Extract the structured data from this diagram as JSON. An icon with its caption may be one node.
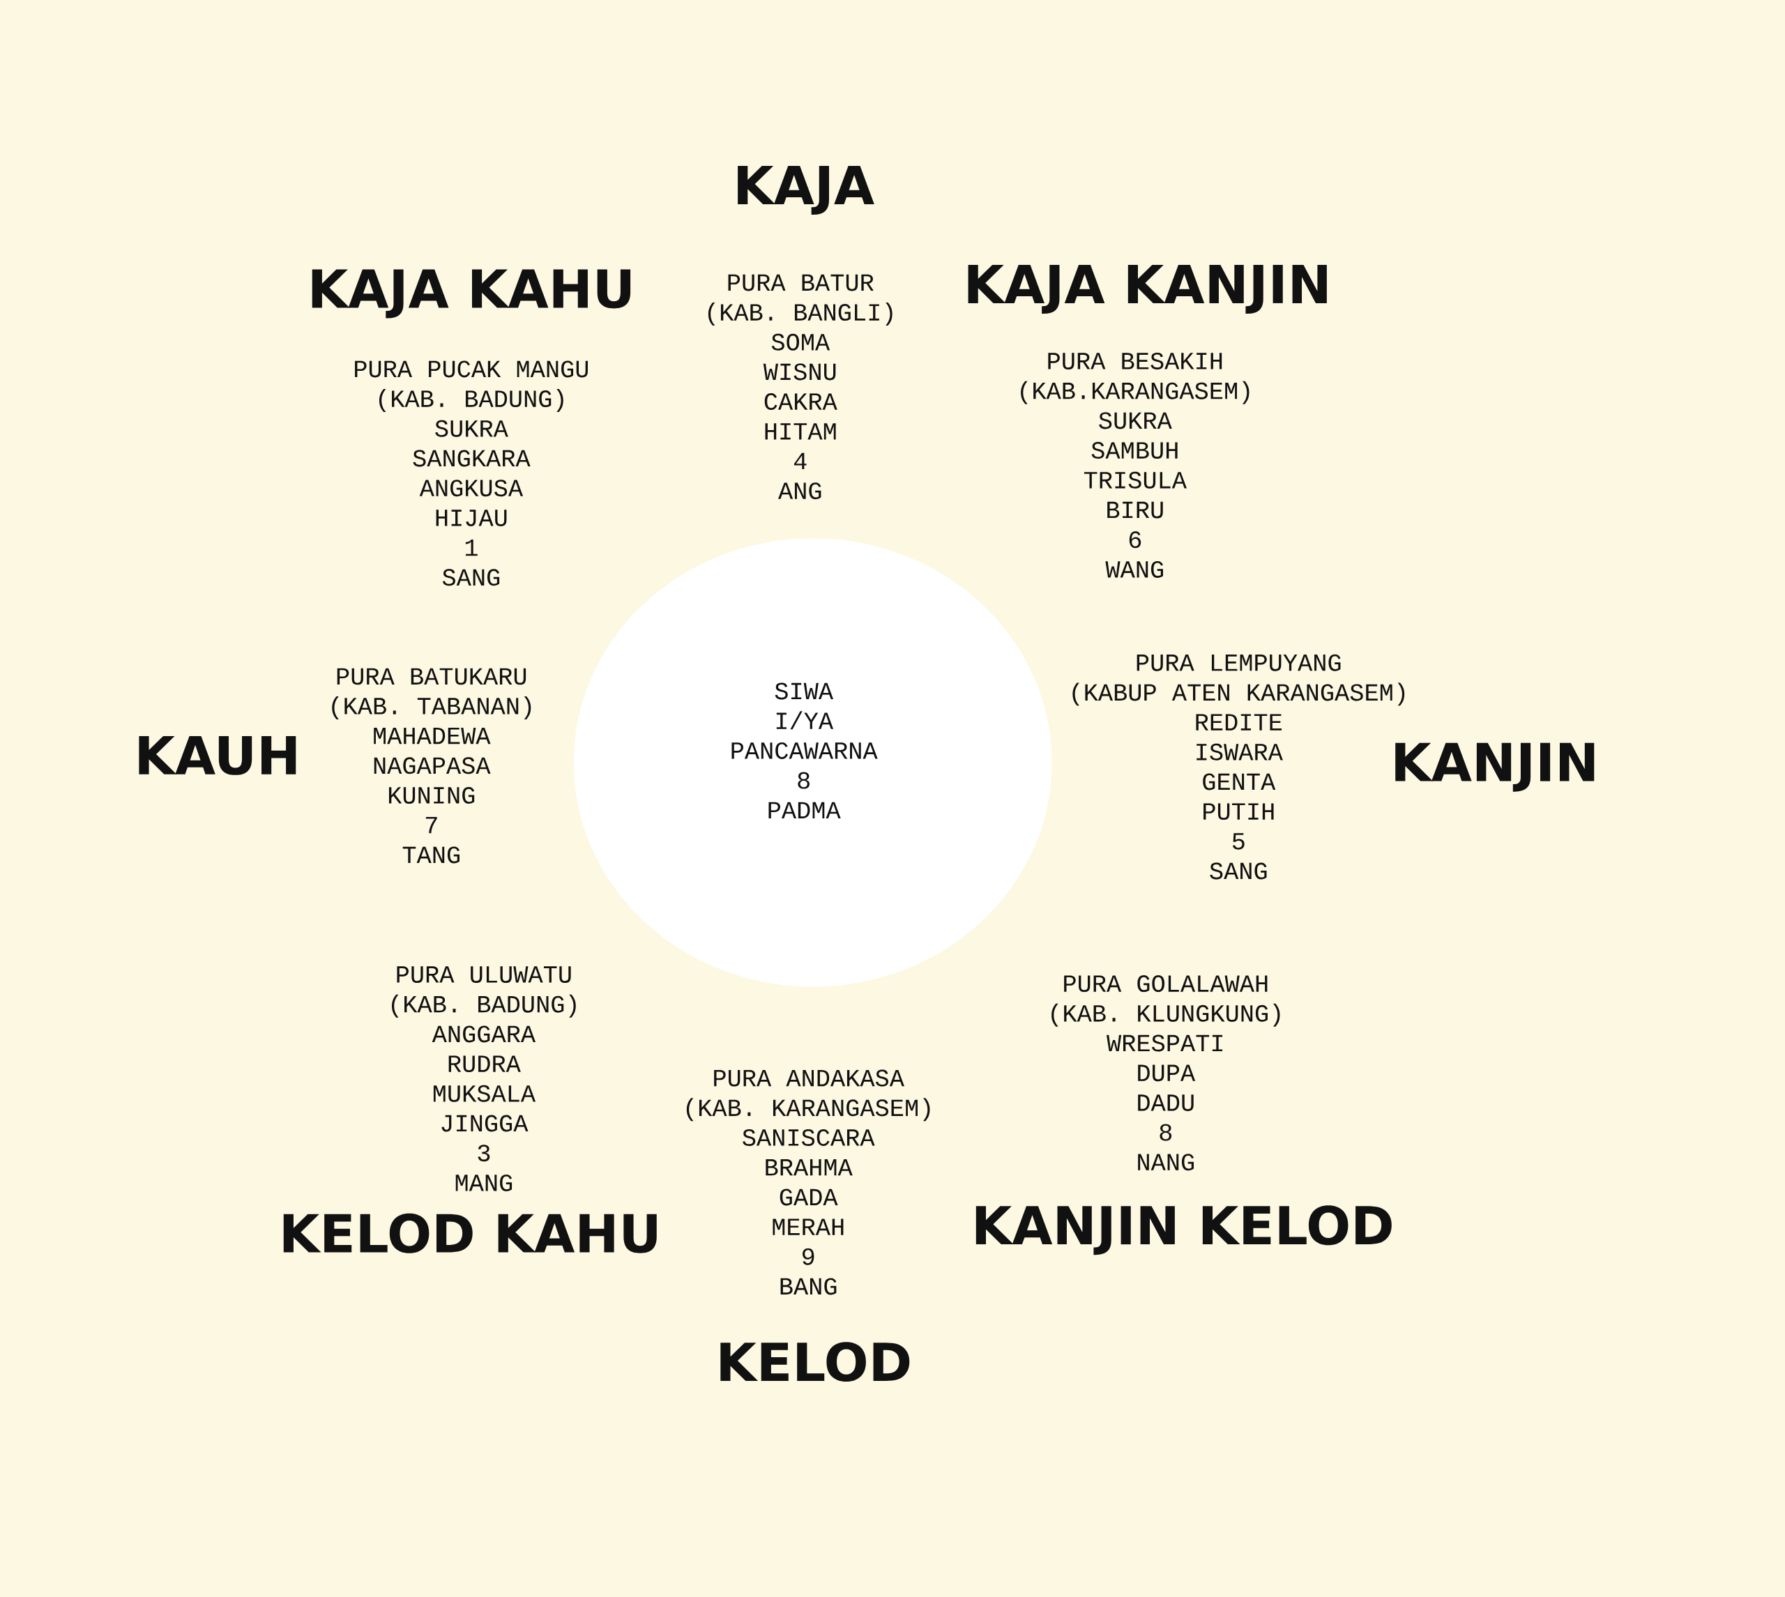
{
  "diagram": {
    "nodes": [
      {
        "text": [
          "SIWA",
          "I/YA",
          "PANCAWARNA",
          "8",
          "PADMA"
        ]
      }
    ],
    "labels": [
      "KAJA",
      "PURA BATUR",
      "(KAB. BANGLI)",
      "SOMA",
      "WISNU",
      "CAKRA",
      "HITAM",
      "4",
      "ANG",
      "KAJA KAHU",
      "PURA PUCAK MANGU",
      "(KAB. BADUNG)",
      "SUKRA",
      "SANGKARA",
      "ANGKUSA",
      "HIJAU",
      "1",
      "SANG",
      "KAJA KANJIN",
      "PURA BESAKIH",
      "(KAB.KARANGASEM)",
      "SUKRA",
      "SAMBUH",
      "TRISULA",
      "BIRU",
      "6",
      "WANG",
      "KAUH",
      "PURA BATUKARU",
      "(KAB. TABANAN)",
      "MAHADEWA",
      "NAGAPASA",
      "KUNING",
      "7",
      "TANG",
      "PURA LEMPUYANG",
      "(KABUP ATEN KARANGASEM)",
      "REDITE",
      "ISWARA",
      "GENTA",
      "PUTIH",
      "5",
      "SANG",
      "KANJIN",
      "PURA ULUWATU",
      "(KAB. BADUNG)",
      "ANGGARA",
      "RUDRA",
      "MUKSALA",
      "JINGGA",
      "3",
      "MANG",
      "KELOD KAHU",
      "PURA ANDAKASA",
      "(KAB. KARANGASEM)",
      "SANISCARA",
      "BRAHMA",
      "GADA",
      "MERAH",
      "9",
      "BANG",
      "KELOD",
      "PURA GOLALAWAH",
      "(KAB. KLUNGKUNG)",
      "WRESPATI",
      "DUPA",
      "DADU",
      "8",
      "NANG",
      "KANJIN KELOD"
    ]
  }
}
